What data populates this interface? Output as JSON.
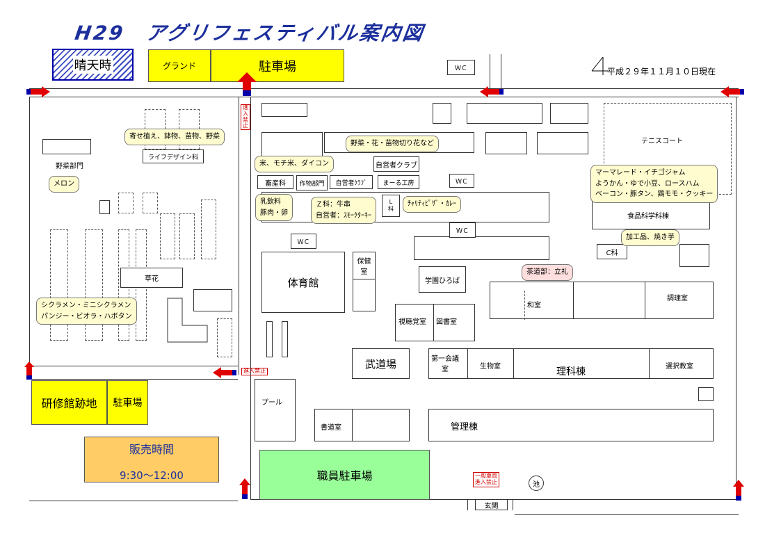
{
  "header": {
    "title": "H29　アグリフェスティバル案内図",
    "date": "平成２９年１１月１０日現在",
    "rain_box": "晴天時"
  },
  "parking": {
    "ground": "グランド",
    "main": "駐車場",
    "old_hall": "研修館跡地",
    "old_hall_parking": "駐車場",
    "staff": "職員駐車場"
  },
  "sales_time": {
    "label": "販売時間",
    "time": "9:30〜12:00"
  },
  "buildings": {
    "wc": "ＷＣ",
    "tennis": "テニスコート",
    "self_club": "自営者クラブ",
    "maru_factory": "まーる工房",
    "livestock": "畜産科",
    "crop": "作物部門",
    "self_club_short": "自営者ｸﾗﾌﾞ",
    "l_dept": "Ｌ\n科",
    "food_science": "食品科学科棟",
    "c_dept": "C科",
    "vegetable_dept": "野菜部門",
    "life_design": "ライフデザイン科",
    "flowers": "草花",
    "gym": "体育館",
    "health_room": "保健\n室",
    "campus_plaza": "学園ひろば",
    "japanese_room": "和室",
    "cooking_room": "調理室",
    "av_room": "視聴覚室",
    "library": "図書室",
    "martial_arts": "武道場",
    "meeting_room": "第一会議\n室",
    "biology_room": "生物室",
    "science_bldg": "理科棟",
    "elective_room": "選択教室",
    "pool": "プール",
    "calligraphy_room": "書道室",
    "admin_bldg": "管理棟",
    "pond": "池",
    "entrance": "玄関"
  },
  "callouts": {
    "arrangement": "寄せ植え、鉢物、苗物、野菜",
    "vegetables": "野菜・花・苗物切り花など",
    "rice": "米、モチ米、ダイコン",
    "dairy_line1": "乳飲料",
    "dairy_line2": "豚肉・卵",
    "z_dept_line1": "Ｚ科：牛串",
    "z_dept_line2": "自営者：ｽﾓｰｸﾀｰｷｰ",
    "charity": "ﾁｬﾘﾃｨﾋﾟｻﾞ・ｶﾚｰ",
    "marmalade_line1": "マーマレード・イチゴジャム",
    "marmalade_line2": "ようかん・ゆで小豆、ロースハム",
    "marmalade_line3": "ベーコン・豚タン、鶏モモ・クッキー",
    "processed": "加工品、焼き芋",
    "tea": "茶道部：立礼",
    "melon": "メロン",
    "cyclamen_line1": "シクラメン・ミニシクラメン",
    "cyclamen_line2": "パンジー・ビオラ・ハボタン"
  },
  "warnings": {
    "no_entry_vertical": "進入禁止",
    "no_entry": "進入禁止",
    "general_line1": "一般車両",
    "general_line2": "進入禁止"
  },
  "colors": {
    "title": "#1c2f9c",
    "parking_yellow": "#ffff00",
    "staff_parking_green": "#99ff99",
    "sales_orange": "#ffcc66",
    "callout_bg": "#fffccf",
    "tea_callout_bg": "#ffdede",
    "arrow_red": "#e00000",
    "arrow_blue": "#0000aa"
  }
}
